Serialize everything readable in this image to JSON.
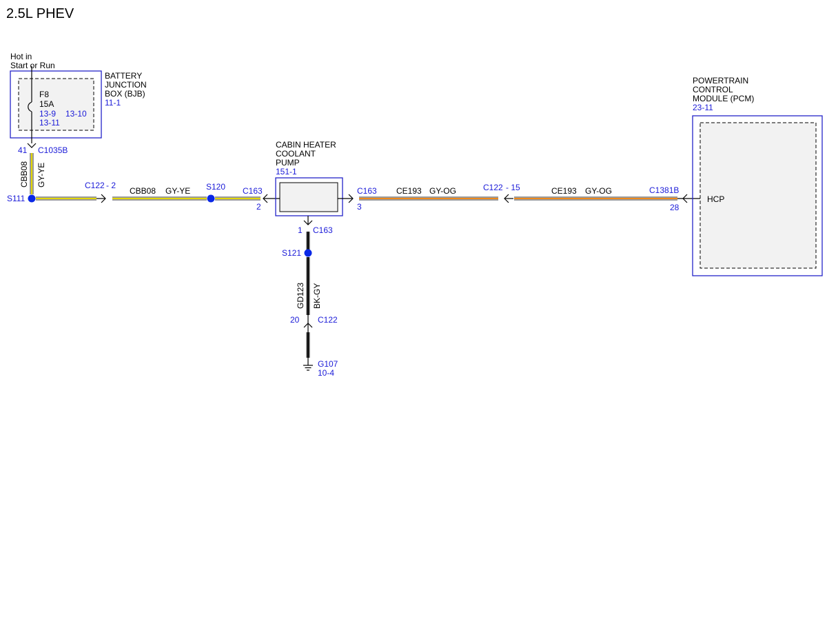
{
  "title": "2.5L PHEV",
  "colors": {
    "module_outline": "#2323c8",
    "ref_text": "#1a1ad8",
    "splice_dot": "#0a28e6",
    "wire_gy": "#9a9a9a",
    "wire_ye": "#e3d700",
    "wire_og": "#f08a1c",
    "wire_bk": "#000000"
  },
  "bjb": {
    "power_note_line1": "Hot in",
    "power_note_line2": "Start or Run",
    "name_line1": "BATTERY",
    "name_line2": "JUNCTION",
    "name_line3": "BOX (BJB)",
    "ref": "11-1",
    "fuse_id": "F8",
    "fuse_rating": "15A",
    "fuse_ref_1": "13-9",
    "fuse_ref_2": "13-10",
    "fuse_ref_3": "13-11",
    "fuse_icon": "fuse-icon"
  },
  "pump": {
    "name_line1": "CABIN HEATER",
    "name_line2": "COOLANT",
    "name_line3": "PUMP",
    "ref": "151-1"
  },
  "pcm": {
    "name_line1": "POWERTRAIN",
    "name_line2": "CONTROL",
    "name_line3": "MODULE (PCM)",
    "ref": "23-11",
    "pin_label": "HCP"
  },
  "connectors": {
    "c1035b_name": "C1035B",
    "c1035b_pin": "41",
    "c122_left_name": "C122",
    "c122_left_pin": "- 2",
    "c163_left_name": "C163",
    "c163_left_pin": "2",
    "c163_right_name": "C163",
    "c163_right_pin": "3",
    "c122_right_name": "C122",
    "c122_right_pin": "- 15",
    "c1381b_name": "C1381B",
    "c1381b_pin": "28",
    "c163_bottom_name": "C163",
    "c163_bottom_pin": "1",
    "c122_bottom_name": "C122",
    "c122_bottom_pin": "20"
  },
  "splices": {
    "s111": "S111",
    "s120": "S120",
    "s121": "S121"
  },
  "wires": {
    "cbb08_circuit": "CBB08",
    "cbb08_color": "GY-YE",
    "ce193_circuit": "CE193",
    "ce193_color": "GY-OG",
    "gd123_circuit": "GD123",
    "gd123_color": "BK-GY"
  },
  "ground": {
    "name": "G107",
    "ref": "10-4",
    "icon": "ground-icon"
  }
}
